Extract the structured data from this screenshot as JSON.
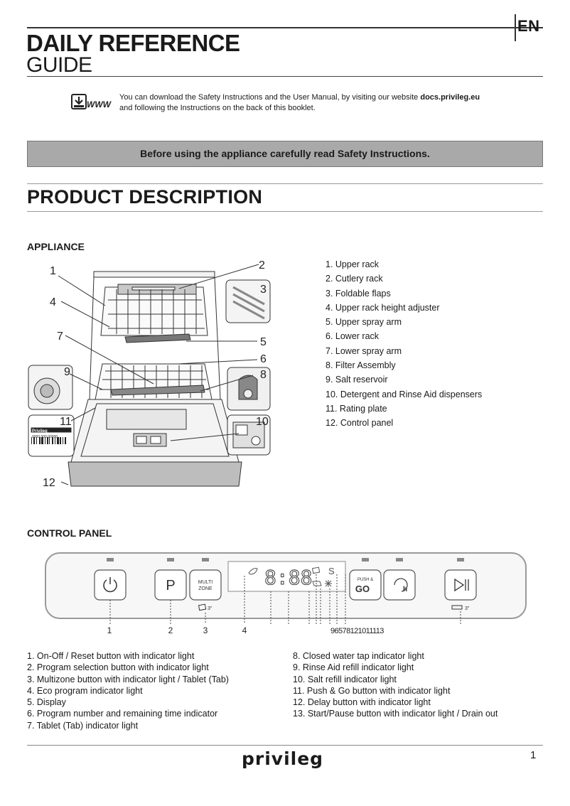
{
  "header": {
    "language": "EN",
    "title_line1": "DAILY REFERENCE",
    "title_line2": "GUIDE"
  },
  "download": {
    "icon": "download-www-icon",
    "icon_label": "WWW",
    "text_before": "You can download the Safety Instructions and the User Manual, by visiting our website ",
    "website": "docs.privileg.eu",
    "text_after": "and following the Instructions on the back of this booklet."
  },
  "safety_notice": "Before using the appliance carefully read Safety Instructions.",
  "product_description": {
    "title": "PRODUCT  DESCRIPTION",
    "appliance_title": "APPLIANCE",
    "callouts": [
      "1",
      "2",
      "3",
      "4",
      "5",
      "6",
      "7",
      "8",
      "9",
      "10",
      "11",
      "12"
    ],
    "rating_plate_brand": "Privileg",
    "rating_plate_code": "0000 000 00000",
    "parts": [
      "1.  Upper rack",
      "2.  Cutlery rack",
      "3.  Foldable flaps",
      "4.  Upper rack height adjuster",
      "5.  Upper spray arm",
      "6.  Lower rack",
      "7.  Lower spray arm",
      "8.  Filter Assembly",
      "9.  Salt reservoir",
      "10.  Detergent and Rinse Aid dispensers",
      "11.  Rating plate",
      "12.  Control panel"
    ]
  },
  "control_panel": {
    "title": "CONTROL PANEL",
    "buttons": {
      "power_icon": "power-icon",
      "program_label": "P",
      "multizone_line1": "MULTI",
      "multizone_line2": "ZONE",
      "multizone_sub": "3\"",
      "display_digits": "8:88",
      "display_s": "S",
      "push_go_line1": "PUSH &",
      "push_go_line2": "GO",
      "delay_label": "h",
      "start_pause_icon": "play-pause-icon",
      "drain_sub": "3\""
    },
    "callout_numbers": [
      "1",
      "2",
      "3",
      "4"
    ],
    "callout_cluster": "96578121011113",
    "legend_left": [
      "1.  On-Off / Reset button with indicator light",
      "2.  Program selection button with indicator light",
      "3.  Multizone button with indicator light / Tablet (Tab)",
      "4.  Eco program indicator light",
      "5.  Display",
      "6.  Program number and remaining time indicator",
      "7.  Tablet (Tab) indicator light"
    ],
    "legend_right": [
      "8.  Closed water tap indicator light",
      "9.  Rinse Aid refill indicator light",
      "10.  Salt refill indicator light",
      "11.  Push & Go button with indicator light",
      "12.  Delay button with indicator light",
      "13.  Start/Pause button with indicator light / Drain out"
    ]
  },
  "footer": {
    "brand": "privileg",
    "page_number": "1"
  }
}
